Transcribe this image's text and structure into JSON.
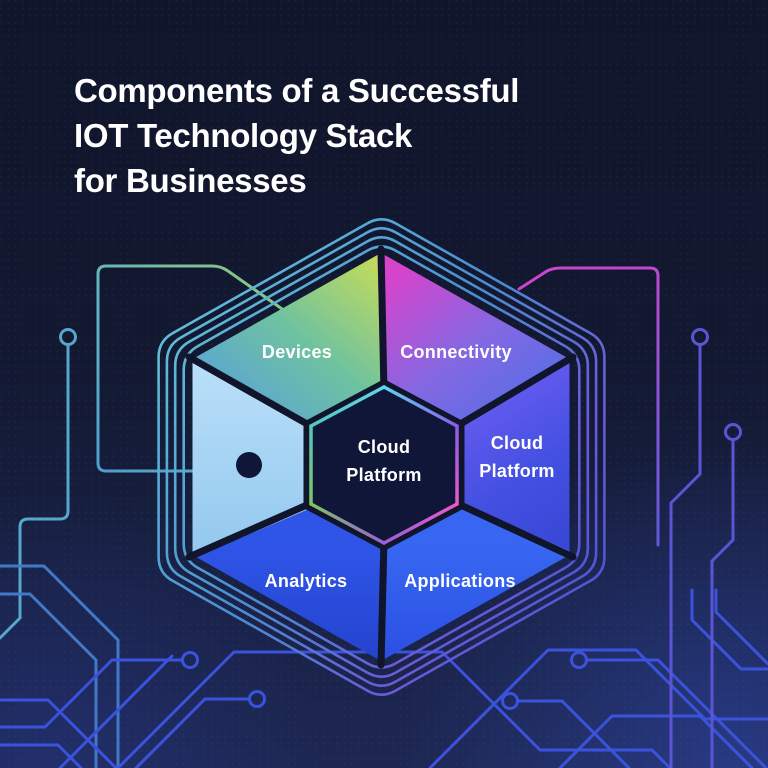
{
  "title": {
    "lines": [
      "Components of a Successful",
      "IOT Technology Stack",
      "for Businesses"
    ]
  },
  "diagram": {
    "center": {
      "name": "Cloud Platform",
      "lines": [
        "Cloud",
        "Platform"
      ]
    },
    "segments": [
      {
        "id": "devices",
        "label": "Devices"
      },
      {
        "id": "connectivity",
        "label": "Connectivity"
      },
      {
        "id": "cloud-platform",
        "label": "Cloud Platform",
        "lines": [
          "Cloud",
          "Platform"
        ]
      },
      {
        "id": "applications",
        "label": "Applications"
      },
      {
        "id": "analytics",
        "label": "Analytics"
      },
      {
        "id": "empty-left",
        "label": "",
        "has_dot": true
      }
    ],
    "palette": {
      "background_top": "#10152a",
      "background_bottom": "#1d2752",
      "devices_gradient": [
        "#cadd55",
        "#6fc2a0",
        "#58a2da"
      ],
      "connectivity_gradient": [
        "#d644cc",
        "#8468e2",
        "#4a6fe8"
      ],
      "cloud_right_gradient": [
        "#6a5cf0",
        "#3947d6"
      ],
      "applications_fill": "#2f5cea",
      "analytics_fill": "#2a4cdc",
      "left_segment_fill": "#a9d2f3",
      "center_fill": "#0f1638",
      "ring_cyan": "#66c6da",
      "ring_purple": "#6a5ad8",
      "trace_blue": "#3b52dd",
      "trace_cyan": "#55a8cc",
      "trace_green": "#8cc878",
      "trace_magenta": "#d343cb",
      "trace_purple": "#5b55d6",
      "text_color": "#ffffff"
    }
  }
}
